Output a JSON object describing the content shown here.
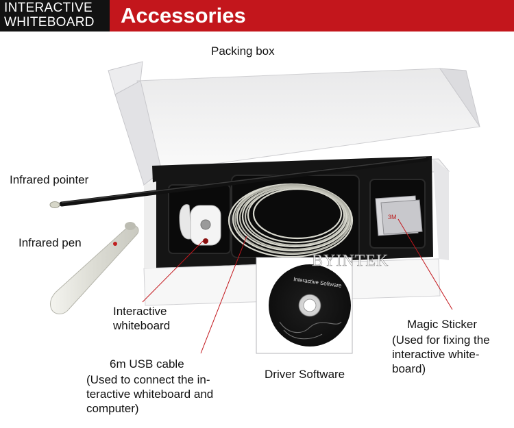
{
  "header": {
    "badge_line1": "INTERACTIVE",
    "badge_line2": "WHITEBOARD",
    "title": "Accessories"
  },
  "labels": {
    "packing_box": "Packing box",
    "infrared_pointer": "Infrared pointer",
    "infrared_pen": "Infrared pen",
    "whiteboard_l1": "Interactive",
    "whiteboard_l2": "whiteboard",
    "usb_l1": "6m USB cable",
    "usb_l2": "(Used to connect the in-",
    "usb_l3": "teractive whiteboard and",
    "usb_l4": "computer)",
    "driver_software": "Driver Software",
    "sticker_l1": "Magic Sticker",
    "sticker_l2": "(Used for fixing the",
    "sticker_l3": "interactive white-",
    "sticker_l4": "board)"
  },
  "photo": {
    "watermark": "BYINTEK",
    "cd_label": "Interactive Software",
    "sticker_brand": "3M"
  },
  "colors": {
    "brand_red": "#c3161c",
    "badge_black": "#121212",
    "leader_line": "#c3161c"
  }
}
